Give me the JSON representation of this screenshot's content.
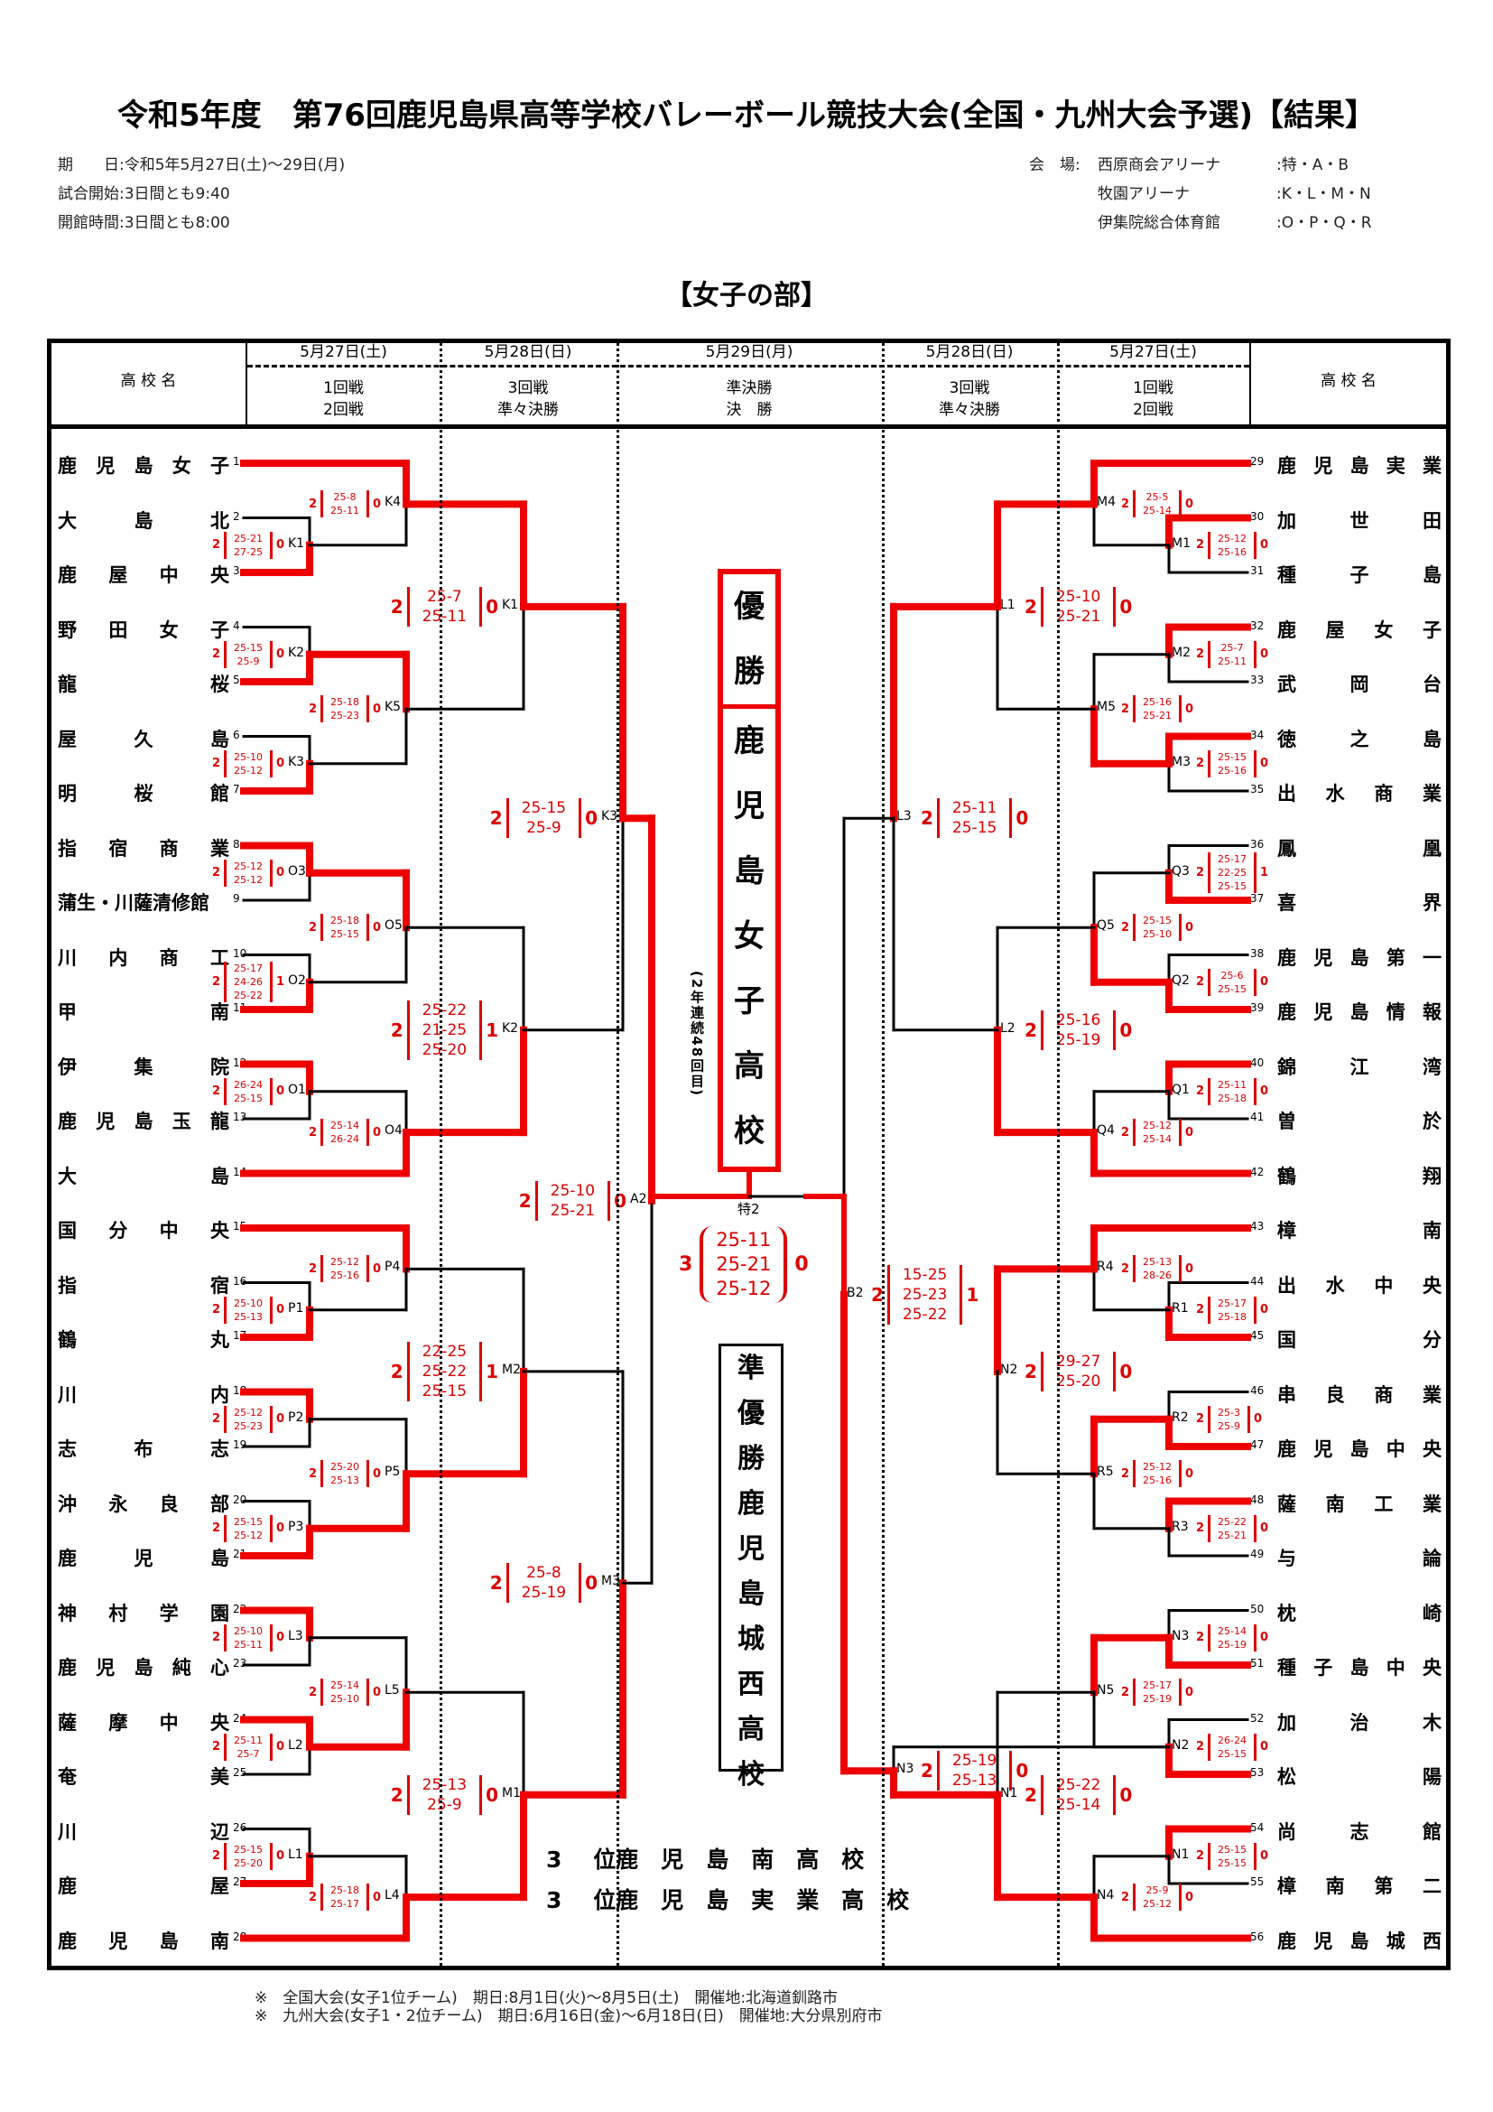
{
  "title": "令和5年度　第76回鹿児島県高等学校バレーボール競技大会(全国・九州大会予選)【結果】",
  "info": {
    "period_label": "期　　日",
    "period": "令和5年5月27日(土)～29日(月)",
    "start_label": "試合開始",
    "start": "3日間とも9:40",
    "open_label": "開館時間",
    "open": "3日間とも8:00",
    "venue_label": "会　場:",
    "venues": [
      {
        "name": "西原商会アリーナ",
        "courts": ":特・A・B"
      },
      {
        "name": "牧園アリーナ",
        "courts": ":K・L・M・N"
      },
      {
        "name": "伊集院総合体育館",
        "courts": ":O・P・Q・R"
      }
    ]
  },
  "section": "【女子の部】",
  "header": {
    "school_col": "高 校 名",
    "columns": [
      {
        "date": "5月27日(土)",
        "round1": "1回戦",
        "round2": "2回戦"
      },
      {
        "date": "5月28日(日)",
        "round1": "3回戦",
        "round2": "準々決勝"
      },
      {
        "date": "5月29日(月)",
        "round1": "準決勝",
        "round2": "決　勝"
      },
      {
        "date": "5月28日(日)",
        "round1": "3回戦",
        "round2": "準々決勝"
      },
      {
        "date": "5月27日(土)",
        "round1": "1回戦",
        "round2": "2回戦"
      }
    ]
  },
  "teams_left": [
    {
      "seed": "1",
      "name": "鹿児島女子"
    },
    {
      "seed": "2",
      "name": "大島北"
    },
    {
      "seed": "3",
      "name": "鹿屋中央"
    },
    {
      "seed": "4",
      "name": "野田女子"
    },
    {
      "seed": "5",
      "name": "龍桜"
    },
    {
      "seed": "6",
      "name": "屋久島"
    },
    {
      "seed": "7",
      "name": "明桜館"
    },
    {
      "seed": "8",
      "name": "指宿商業"
    },
    {
      "seed": "9",
      "name": "蒲生・川薩清修館"
    },
    {
      "seed": "10",
      "name": "川内商工"
    },
    {
      "seed": "11",
      "name": "甲南"
    },
    {
      "seed": "12",
      "name": "伊集院"
    },
    {
      "seed": "13",
      "name": "鹿児島玉龍"
    },
    {
      "seed": "14",
      "name": "大島"
    },
    {
      "seed": "15",
      "name": "国分中央"
    },
    {
      "seed": "16",
      "name": "指宿"
    },
    {
      "seed": "17",
      "name": "鶴丸"
    },
    {
      "seed": "18",
      "name": "川内"
    },
    {
      "seed": "19",
      "name": "志布志"
    },
    {
      "seed": "20",
      "name": "沖永良部"
    },
    {
      "seed": "21",
      "name": "鹿児島"
    },
    {
      "seed": "22",
      "name": "神村学園"
    },
    {
      "seed": "23",
      "name": "鹿児島純心"
    },
    {
      "seed": "24",
      "name": "薩摩中央"
    },
    {
      "seed": "25",
      "name": "奄美"
    },
    {
      "seed": "26",
      "name": "川辺"
    },
    {
      "seed": "27",
      "name": "鹿屋"
    },
    {
      "seed": "28",
      "name": "鹿児島南"
    }
  ],
  "teams_right": [
    {
      "seed": "29",
      "name": "鹿児島実業"
    },
    {
      "seed": "30",
      "name": "加世田"
    },
    {
      "seed": "31",
      "name": "種子島"
    },
    {
      "seed": "32",
      "name": "鹿屋女子"
    },
    {
      "seed": "33",
      "name": "武岡台"
    },
    {
      "seed": "34",
      "name": "徳之島"
    },
    {
      "seed": "35",
      "name": "出水商業"
    },
    {
      "seed": "36",
      "name": "鳳凰"
    },
    {
      "seed": "37",
      "name": "喜界"
    },
    {
      "seed": "38",
      "name": "鹿児島第一"
    },
    {
      "seed": "39",
      "name": "鹿児島情報"
    },
    {
      "seed": "40",
      "name": "錦江湾"
    },
    {
      "seed": "41",
      "name": "曽於"
    },
    {
      "seed": "42",
      "name": "鶴翔"
    },
    {
      "seed": "43",
      "name": "樟南"
    },
    {
      "seed": "44",
      "name": "出水中央"
    },
    {
      "seed": "45",
      "name": "国分"
    },
    {
      "seed": "46",
      "name": "串良商業"
    },
    {
      "seed": "47",
      "name": "鹿児島中央"
    },
    {
      "seed": "48",
      "name": "薩南工業"
    },
    {
      "seed": "49",
      "name": "与論"
    },
    {
      "seed": "50",
      "name": "枕崎"
    },
    {
      "seed": "51",
      "name": "種子島中央"
    },
    {
      "seed": "52",
      "name": "加治木"
    },
    {
      "seed": "53",
      "name": "松陽"
    },
    {
      "seed": "54",
      "name": "尚志館"
    },
    {
      "seed": "55",
      "name": "樟南第二"
    },
    {
      "seed": "56",
      "name": "鹿児島城西"
    }
  ],
  "matches_left": [
    {
      "court": "K1",
      "round": 1,
      "teams": [
        2,
        3
      ],
      "winner": 3,
      "w": "2",
      "l": "0",
      "sets": [
        "25-21",
        "27-25"
      ]
    },
    {
      "court": "K4",
      "round": 2,
      "teams": [
        1,
        "K1"
      ],
      "winner": 1,
      "w": "2",
      "l": "0",
      "sets": [
        "25-8",
        "25-11"
      ]
    },
    {
      "court": "K2",
      "round": 1,
      "teams": [
        4,
        5
      ],
      "winner": 5,
      "w": "2",
      "l": "0",
      "sets": [
        "25-15",
        "25-9"
      ]
    },
    {
      "court": "K3",
      "round": 1,
      "teams": [
        6,
        7
      ],
      "winner": 7,
      "w": "2",
      "l": "0",
      "sets": [
        "25-10",
        "25-12"
      ]
    },
    {
      "court": "K5",
      "round": 2,
      "teams": [
        "K2",
        "K3"
      ],
      "winner": "K2",
      "w": "2",
      "l": "0",
      "sets": [
        "25-18",
        "25-23"
      ]
    },
    {
      "court": "K1",
      "round": 3,
      "teams": [
        "K4",
        "K5"
      ],
      "winner": "K4",
      "w": "2",
      "l": "0",
      "sets": [
        "25-7",
        "25-11"
      ]
    },
    {
      "court": "O3",
      "round": 1,
      "teams": [
        8,
        9
      ],
      "winner": 8,
      "w": "2",
      "l": "0",
      "sets": [
        "25-12",
        "25-12"
      ]
    },
    {
      "court": "O2",
      "round": 1,
      "teams": [
        10,
        11
      ],
      "winner": 11,
      "w": "2",
      "l": "1",
      "sets": [
        "25-17",
        "24-26",
        "25-22"
      ]
    },
    {
      "court": "O5",
      "round": 2,
      "teams": [
        "O3",
        "O2"
      ],
      "winner": "O3",
      "w": "2",
      "l": "0",
      "sets": [
        "25-18",
        "25-15"
      ]
    },
    {
      "court": "O1",
      "round": 1,
      "teams": [
        12,
        13
      ],
      "winner": 12,
      "w": "2",
      "l": "0",
      "sets": [
        "26-24",
        "25-15"
      ]
    },
    {
      "court": "O4",
      "round": 2,
      "teams": [
        "O1",
        14
      ],
      "winner": 14,
      "w": "2",
      "l": "0",
      "sets": [
        "25-14",
        "26-24"
      ]
    },
    {
      "court": "K2",
      "round": 3,
      "teams": [
        "O5",
        "O4"
      ],
      "winner": "O4",
      "w": "2",
      "l": "1",
      "sets": [
        "25-22",
        "21-25",
        "25-20"
      ]
    },
    {
      "court": "K3",
      "round": 4,
      "teams": [
        "K1",
        "K2"
      ],
      "winner": "K1",
      "w": "2",
      "l": "0",
      "sets": [
        "25-15",
        "25-9"
      ]
    },
    {
      "court": "P1",
      "round": 1,
      "teams": [
        16,
        17
      ],
      "winner": 17,
      "w": "2",
      "l": "0",
      "sets": [
        "25-10",
        "25-13"
      ]
    },
    {
      "court": "P4",
      "round": 2,
      "teams": [
        15,
        "P1"
      ],
      "winner": 15,
      "w": "2",
      "l": "0",
      "sets": [
        "25-12",
        "25-16"
      ]
    },
    {
      "court": "P2",
      "round": 1,
      "teams": [
        18,
        19
      ],
      "winner": 18,
      "w": "2",
      "l": "0",
      "sets": [
        "25-12",
        "25-23"
      ]
    },
    {
      "court": "P3",
      "round": 1,
      "teams": [
        20,
        21
      ],
      "winner": 21,
      "w": "2",
      "l": "0",
      "sets": [
        "25-15",
        "25-12"
      ]
    },
    {
      "court": "P5",
      "round": 2,
      "teams": [
        "P2",
        "P3"
      ],
      "winner": "P3",
      "w": "2",
      "l": "0",
      "sets": [
        "25-20",
        "25-13"
      ]
    },
    {
      "court": "M2",
      "round": 3,
      "teams": [
        "P4",
        "P5"
      ],
      "winner": "P5",
      "w": "2",
      "l": "1",
      "sets": [
        "22-25",
        "25-22",
        "25-15"
      ]
    },
    {
      "court": "L3",
      "round": 1,
      "teams": [
        22,
        23
      ],
      "winner": 22,
      "w": "2",
      "l": "0",
      "sets": [
        "25-10",
        "25-11"
      ]
    },
    {
      "court": "L2",
      "round": 1,
      "teams": [
        24,
        25
      ],
      "winner": 24,
      "w": "2",
      "l": "0",
      "sets": [
        "25-11",
        "25-7"
      ]
    },
    {
      "court": "L5",
      "round": 2,
      "teams": [
        "L3",
        "L2"
      ],
      "winner": "L2",
      "w": "2",
      "l": "0",
      "sets": [
        "25-14",
        "25-10"
      ]
    },
    {
      "court": "L1",
      "round": 1,
      "teams": [
        26,
        27
      ],
      "winner": 27,
      "w": "2",
      "l": "0",
      "sets": [
        "25-15",
        "25-20"
      ]
    },
    {
      "court": "L4",
      "round": 2,
      "teams": [
        "L1",
        28
      ],
      "winner": 28,
      "w": "2",
      "l": "0",
      "sets": [
        "25-18",
        "25-17"
      ]
    },
    {
      "court": "M1",
      "round": 3,
      "teams": [
        "L5",
        "L4"
      ],
      "winner": "L4",
      "w": "2",
      "l": "0",
      "sets": [
        "25-13",
        "25-9"
      ]
    },
    {
      "court": "M3",
      "round": 4,
      "teams": [
        "M2",
        "M1"
      ],
      "winner": "M1",
      "w": "2",
      "l": "0",
      "sets": [
        "25-8",
        "25-19"
      ]
    },
    {
      "court": "A2",
      "round": 5,
      "teams": [
        "K3",
        "M3"
      ],
      "winner": "K3",
      "w": "2",
      "l": "0",
      "sets": [
        "25-10",
        "25-21"
      ]
    }
  ],
  "matches_right": [
    {
      "court": "M1",
      "round": 1,
      "teams": [
        30,
        31
      ],
      "winner": 30,
      "w": "2",
      "l": "0",
      "sets": [
        "25-12",
        "25-16"
      ]
    },
    {
      "court": "M4",
      "round": 2,
      "teams": [
        29,
        "M1"
      ],
      "winner": 29,
      "w": "2",
      "l": "0",
      "sets": [
        "25-5",
        "25-14"
      ]
    },
    {
      "court": "M2",
      "round": 1,
      "teams": [
        32,
        33
      ],
      "winner": 32,
      "w": "2",
      "l": "0",
      "sets": [
        "25-7",
        "25-11"
      ]
    },
    {
      "court": "M3",
      "round": 1,
      "teams": [
        34,
        35
      ],
      "winner": 34,
      "w": "2",
      "l": "0",
      "sets": [
        "25-15",
        "25-16"
      ]
    },
    {
      "court": "M5",
      "round": 2,
      "teams": [
        "M2",
        "M3"
      ],
      "winner": "M3",
      "w": "2",
      "l": "0",
      "sets": [
        "25-16",
        "25-21"
      ]
    },
    {
      "court": "L1",
      "round": 3,
      "teams": [
        "M4",
        "M5"
      ],
      "winner": "M4",
      "w": "2",
      "l": "0",
      "sets": [
        "25-10",
        "25-21"
      ]
    },
    {
      "court": "Q3",
      "round": 1,
      "teams": [
        36,
        37
      ],
      "winner": 37,
      "w": "2",
      "l": "1",
      "sets": [
        "25-17",
        "22-25",
        "25-15"
      ]
    },
    {
      "court": "Q2",
      "round": 1,
      "teams": [
        38,
        39
      ],
      "winner": 39,
      "w": "2",
      "l": "0",
      "sets": [
        "25-6",
        "25-15"
      ]
    },
    {
      "court": "Q5",
      "round": 2,
      "teams": [
        "Q3",
        "Q2"
      ],
      "winner": "Q2",
      "w": "2",
      "l": "0",
      "sets": [
        "25-15",
        "25-10"
      ]
    },
    {
      "court": "Q1",
      "round": 1,
      "teams": [
        40,
        41
      ],
      "winner": 40,
      "w": "2",
      "l": "0",
      "sets": [
        "25-11",
        "25-18"
      ]
    },
    {
      "court": "Q4",
      "round": 2,
      "teams": [
        "Q1",
        42
      ],
      "winner": 42,
      "w": "2",
      "l": "0",
      "sets": [
        "25-12",
        "25-14"
      ]
    },
    {
      "court": "L2",
      "round": 3,
      "teams": [
        "Q5",
        "Q4"
      ],
      "winner": "Q4",
      "w": "2",
      "l": "0",
      "sets": [
        "25-16",
        "25-19"
      ]
    },
    {
      "court": "L3",
      "round": 4,
      "teams": [
        "L1",
        "L2"
      ],
      "winner": "L1",
      "w": "2",
      "l": "0",
      "sets": [
        "25-11",
        "25-15"
      ]
    },
    {
      "court": "R1",
      "round": 1,
      "teams": [
        44,
        45
      ],
      "winner": 45,
      "w": "2",
      "l": "0",
      "sets": [
        "25-17",
        "25-18"
      ]
    },
    {
      "court": "R4",
      "round": 2,
      "teams": [
        43,
        "R1"
      ],
      "winner": 43,
      "w": "2",
      "l": "0",
      "sets": [
        "25-13",
        "28-26"
      ]
    },
    {
      "court": "R2",
      "round": 1,
      "teams": [
        46,
        47
      ],
      "winner": 47,
      "w": "2",
      "l": "0",
      "sets": [
        "25-3",
        "25-9"
      ]
    },
    {
      "court": "R3",
      "round": 1,
      "teams": [
        48,
        49
      ],
      "winner": 48,
      "w": "2",
      "l": "0",
      "sets": [
        "25-22",
        "25-21"
      ]
    },
    {
      "court": "R5",
      "round": 2,
      "teams": [
        "R2",
        "R3"
      ],
      "winner": "R2",
      "w": "2",
      "l": "0",
      "sets": [
        "25-12",
        "25-16"
      ]
    },
    {
      "court": "N2",
      "round": 3,
      "teams": [
        "R4",
        "R5"
      ],
      "winner": "R4",
      "w": "2",
      "l": "0",
      "sets": [
        "29-27",
        "25-20"
      ]
    },
    {
      "court": "N3",
      "round": 1,
      "teams": [
        50,
        51
      ],
      "winner": 51,
      "w": "2",
      "l": "0",
      "sets": [
        "25-14",
        "25-19"
      ]
    },
    {
      "court": "N2",
      "round": 1,
      "teams": [
        52,
        53
      ],
      "winner": 53,
      "w": "2",
      "l": "0",
      "sets": [
        "26-24",
        "25-15"
      ]
    },
    {
      "court": "N5",
      "round": 2,
      "teams": [
        "N3",
        "N2"
      ],
      "winner": "N3",
      "w": "2",
      "l": "0",
      "sets": [
        "25-17",
        "25-19"
      ]
    },
    {
      "court": "N1",
      "round": 1,
      "teams": [
        54,
        55
      ],
      "winner": 54,
      "w": "2",
      "l": "0",
      "sets": [
        "25-15",
        "25-15"
      ]
    },
    {
      "court": "N4",
      "round": 2,
      "teams": [
        "N1",
        56
      ],
      "winner": 56,
      "w": "2",
      "l": "0",
      "sets": [
        "25-9",
        "25-12"
      ]
    },
    {
      "court": "N1",
      "round": 3,
      "teams": [
        "N5",
        "N4"
      ],
      "winner": "N4",
      "w": "2",
      "l": "0",
      "sets": [
        "25-22",
        "25-14"
      ]
    },
    {
      "court": "N3",
      "round": 4,
      "teams": [
        "N2",
        "N1"
      ],
      "winner": "N1",
      "w": "2",
      "l": "0",
      "sets": [
        "25-19",
        "25-13"
      ]
    },
    {
      "court": "B2",
      "round": 5,
      "teams": [
        "L3",
        "N3"
      ],
      "winner": "N3",
      "w": "2",
      "l": "1",
      "sets": [
        "15-25",
        "25-23",
        "25-22"
      ]
    }
  ],
  "final": {
    "court": "特2",
    "w": "3",
    "l": "0",
    "sets": [
      "25-11",
      "25-21",
      "25-12"
    ],
    "winner_label": "優勝",
    "winner_name": "鹿児島女子高校",
    "winner_note": "(2年連続48回目)",
    "runnerup_label": "準優勝",
    "runnerup_name": "鹿児島城西高校"
  },
  "third_place": [
    {
      "rank": "3",
      "label": "位",
      "name": "鹿　児　島　南　高　校"
    },
    {
      "rank": "3",
      "label": "位",
      "name": "鹿　児　島　実　業　高　校"
    }
  ],
  "footnotes": [
    "※　全国大会(女子1位チーム)　期日:8月1日(火)～8月5日(土)　開催地:北海道釧路市",
    "※　九州大会(女子1・2位チーム)　期日:6月16日(金)～6月18日(日)　開催地:大分県別府市"
  ],
  "colors": {
    "win": "#ee0000",
    "lose": "#000000",
    "score": "#dd0000"
  }
}
